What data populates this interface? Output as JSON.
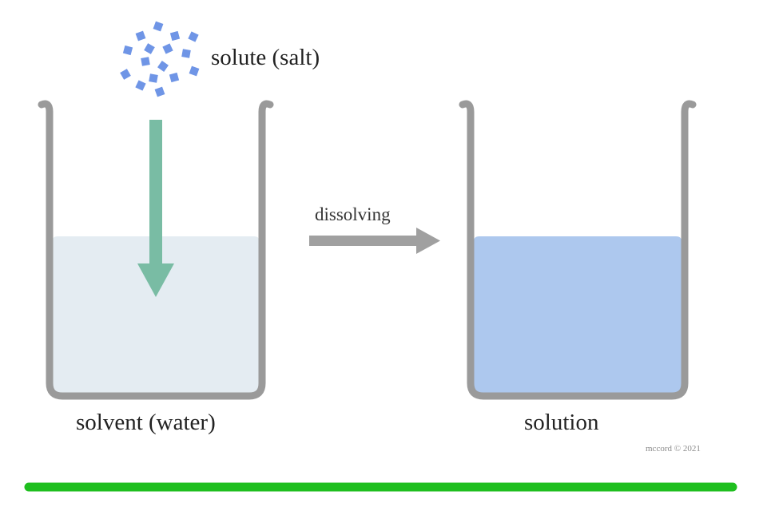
{
  "labels": {
    "solute": "solute (salt)",
    "process": "dissolving",
    "solvent": "solvent (water)",
    "solution": "solution",
    "credit": "mccord © 2021"
  },
  "colors": {
    "beaker_outline": "#9a9a9a",
    "solvent_liquid": "#e4ecf2",
    "solution_liquid": "#adc8ee",
    "salt_crystals": "#6f95e6",
    "drop_arrow": "#79bca4",
    "process_arrow": "#a0a0a0",
    "baseline_bar": "#1fbf1f"
  }
}
